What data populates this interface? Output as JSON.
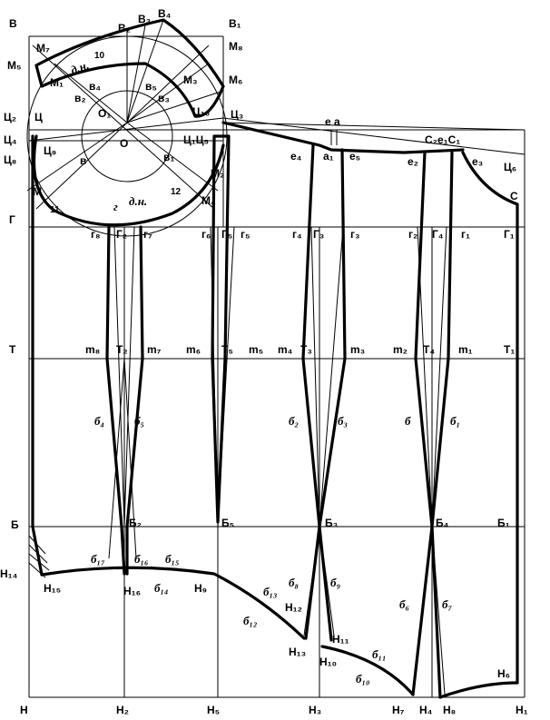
{
  "labels": {
    "B": "В",
    "B1": "В₁",
    "B2": "В₂",
    "B3": "В₃",
    "B4": "В₄",
    "M5": "М₅",
    "M7": "М₇",
    "M8": "М₈",
    "M1": "М₁",
    "M3": "М₃",
    "M6": "М₆",
    "v2": "в₂",
    "v4": "в₄",
    "v5": "в₅",
    "v3": "в₃",
    "v": "в",
    "v1": "в₁",
    "dn1": "д.н.",
    "dn2": "д.н.",
    "n10": "10",
    "n11": "11",
    "n12": "12",
    "O1": "О₁",
    "O": "О",
    "Ts2": "Ц₂",
    "Ts": "Ц",
    "Ts4": "Ц₄",
    "Ts8": "Ц₈",
    "Ts9": "Ц₉",
    "Ts10": "Ц₁₀",
    "Ts3": "Ц₃",
    "Ts1Ts5": "Ц₁Ц₅",
    "Ts6": "Ц₆",
    "M": "М",
    "M2": "М₂",
    "M4": "М₄",
    "g_small": "г",
    "ea": "е а",
    "C2e1C1": "С₂е₁С₁",
    "e4": "е₄",
    "a1": "а₁",
    "e5": "е₅",
    "e2": "е₂",
    "e3": "е₃",
    "C": "С",
    "G": "Г",
    "g8": "г₈",
    "G2": "Г₂",
    "g7": "г₇",
    "g6": "г₆",
    "G5": "Г₅",
    "g5": "г₅",
    "g4": "г₄",
    "G3": "Г₃",
    "g3": "г₃",
    "g2": "г₂",
    "G4": "Г₄",
    "g1": "г₁",
    "G1": "Г₁",
    "T": "Т",
    "m8": "m₈",
    "T2": "Т₂",
    "m7": "m₇",
    "m6": "m₆",
    "T5": "Т₅",
    "m5": "m₅",
    "m4": "m₄",
    "T3": "Т₃",
    "m3": "m₃",
    "m2": "m₂",
    "T4": "Т₄",
    "m1": "m₁",
    "T1": "Т₁",
    "b4": "б₄",
    "b5": "б₅",
    "b2": "б₂",
    "b3": "б₃",
    "b": "б",
    "b1": "б₁",
    "Bb": "Б",
    "B2b": "Б₂",
    "B5b": "Б₅",
    "B3b": "Б₃",
    "B4b": "Б₄",
    "B1b": "Б₁",
    "H14": "Н₁₄",
    "H15": "Н₁₅",
    "b17": "б₁₇",
    "b16": "б₁₆",
    "b15": "б₁₅",
    "H16": "Н₁₆",
    "b14": "б₁₄",
    "H9": "Н₉",
    "b13": "б₁₃",
    "b8": "б₈",
    "b9": "б₉",
    "H12": "Н₁₂",
    "b12": "б₁₂",
    "b6": "б₆",
    "b7": "б₇",
    "H11": "Н₁₁",
    "H13": "Н₁₃",
    "H10": "Н₁₀",
    "b11": "б₁₁",
    "b10": "б₁₀",
    "H6": "Н₆",
    "H": "Н",
    "H2": "Н₂",
    "H5": "Н₅",
    "H3": "Н₃",
    "H7": "Н₇",
    "H4": "Н₄",
    "H8": "Н₈",
    "H1": "Н₁"
  }
}
